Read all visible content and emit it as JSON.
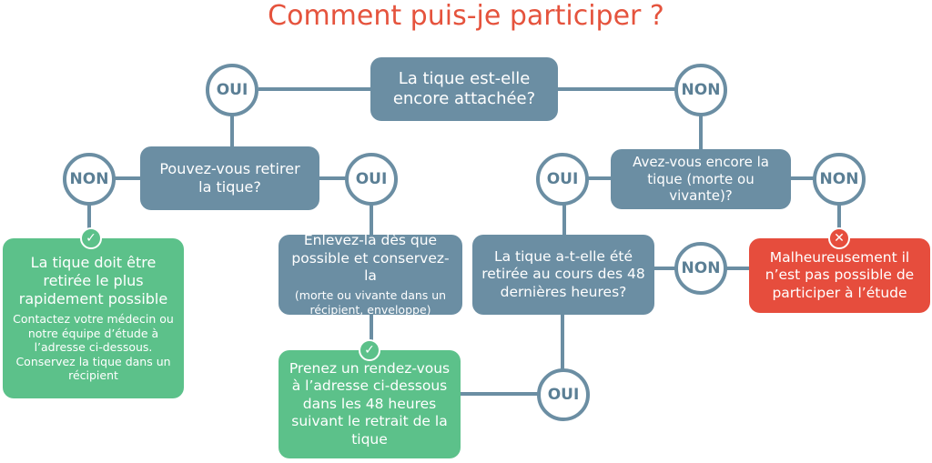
{
  "title": "Comment puis-je participer ?",
  "nodes": {
    "q_attached": "La tique est-elle encore attachée?",
    "q_remove": "Pouvez-vous retirer la tique?",
    "q_still_have": "Avez-vous encore la tique (morte ou vivante)?",
    "r_remove_fast": {
      "main": "La tique doit être retirée le plus rapidement possible",
      "sub": "Contactez votre médecin ou notre équipe d’étude à l’adresse ci-dessous. Conservez la tique dans un récipient"
    },
    "a_remove_keep": {
      "main": "Enlevez-la dès que possible et conservez-la",
      "sub": "(morte ou vivante dans un récipient, enveloppe)"
    },
    "q_48h": "La tique a-t-elle été retirée au cours des 48 dernières heures?",
    "r_not_possible": "Malheureusement il n’est pas possible de participer à l’étude",
    "r_appointment": "Prenez un rendez-vous à l’adresse ci-dessous dans les 48 heures suivant le retrait de la tique"
  },
  "labels": {
    "oui": "OUI",
    "non": "NON"
  },
  "colors": {
    "title": "#e5533d",
    "question": "#6b8ea3",
    "positive": "#5cc18a",
    "negative": "#e64d3d"
  }
}
